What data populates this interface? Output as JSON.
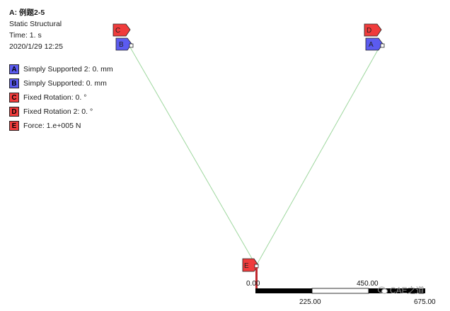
{
  "info": {
    "title": "A: 例题2-5",
    "analysis": "Static Structural",
    "time": "Time: 1. s",
    "date": "2020/1/29 12:25"
  },
  "legend": [
    {
      "letter": "A",
      "label": "Simply Supported 2: 0. mm",
      "color": "#5b5bf0"
    },
    {
      "letter": "B",
      "label": "Simply Supported: 0. mm",
      "color": "#5b5bf0"
    },
    {
      "letter": "C",
      "label": "Fixed Rotation: 0. °",
      "color": "#f03c3c"
    },
    {
      "letter": "D",
      "label": "Fixed Rotation 2: 0. °",
      "color": "#f03c3c"
    },
    {
      "letter": "E",
      "label": "Force: 1.e+005 N",
      "color": "#f03c3c"
    }
  ],
  "tags": {
    "c": "C",
    "b": "B",
    "d": "D",
    "a": "A",
    "e": "E"
  },
  "scale": {
    "t0": "0.00",
    "t225": "225.00",
    "t450": "450.00",
    "t675": "675.00"
  },
  "colors": {
    "support": "#5b5bf0",
    "rotation": "#f03c3c",
    "member": "#9ed79e",
    "force": "#c0282e"
  },
  "watermark": "CAE之道"
}
